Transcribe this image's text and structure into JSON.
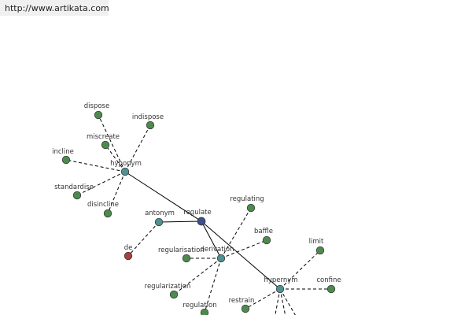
{
  "header": {
    "url_text": "http://www.artikata.com"
  },
  "colors": {
    "leaf": "#4e8a4e",
    "relation": "#4f9090",
    "root": "#3c4f88",
    "highlight": "#a84040",
    "edge": "#000000",
    "header_bg": "#f0f0f0"
  },
  "graph": {
    "nodes": [
      {
        "id": "regulate",
        "label": "regulate",
        "kind": "root"
      },
      {
        "id": "hyponym",
        "label": "hyponym",
        "kind": "relation"
      },
      {
        "id": "antonym",
        "label": "antonym",
        "kind": "relation"
      },
      {
        "id": "derivation",
        "label": "derivation",
        "kind": "relation"
      },
      {
        "id": "hypernym",
        "label": "hypernym",
        "kind": "relation"
      },
      {
        "id": "dispose",
        "label": "dispose",
        "kind": "leaf"
      },
      {
        "id": "indispose",
        "label": "indispose",
        "kind": "leaf"
      },
      {
        "id": "miscreate",
        "label": "miscreate",
        "kind": "leaf"
      },
      {
        "id": "incline",
        "label": "incline",
        "kind": "leaf"
      },
      {
        "id": "standardise",
        "label": "standardise",
        "kind": "leaf"
      },
      {
        "id": "disincline",
        "label": "disincline",
        "kind": "leaf"
      },
      {
        "id": "de",
        "label": "de",
        "kind": "highlight"
      },
      {
        "id": "regulating",
        "label": "regulating",
        "kind": "leaf"
      },
      {
        "id": "baffle",
        "label": "baffle",
        "kind": "leaf"
      },
      {
        "id": "regularisation",
        "label": "regularisation",
        "kind": "leaf"
      },
      {
        "id": "regularization",
        "label": "regularization",
        "kind": "leaf"
      },
      {
        "id": "regulation",
        "label": "regulation",
        "kind": "leaf"
      },
      {
        "id": "limit",
        "label": "limit",
        "kind": "leaf"
      },
      {
        "id": "confine",
        "label": "confine",
        "kind": "leaf"
      },
      {
        "id": "restrain",
        "label": "restrain",
        "kind": "leaf"
      }
    ],
    "edges": [
      {
        "from": "regulate",
        "to": "hyponym",
        "style": "solid"
      },
      {
        "from": "regulate",
        "to": "antonym",
        "style": "solid"
      },
      {
        "from": "regulate",
        "to": "derivation",
        "style": "solid"
      },
      {
        "from": "regulate",
        "to": "hypernym",
        "style": "solid"
      },
      {
        "from": "hyponym",
        "to": "dispose",
        "style": "dashed"
      },
      {
        "from": "hyponym",
        "to": "indispose",
        "style": "dashed"
      },
      {
        "from": "hyponym",
        "to": "miscreate",
        "style": "dashed"
      },
      {
        "from": "hyponym",
        "to": "incline",
        "style": "dashed"
      },
      {
        "from": "hyponym",
        "to": "standardise",
        "style": "dashed"
      },
      {
        "from": "hyponym",
        "to": "disincline",
        "style": "dashed"
      },
      {
        "from": "antonym",
        "to": "de",
        "style": "dashed"
      },
      {
        "from": "derivation",
        "to": "regulating",
        "style": "dashed"
      },
      {
        "from": "derivation",
        "to": "baffle",
        "style": "dashed"
      },
      {
        "from": "derivation",
        "to": "regularisation",
        "style": "dashed"
      },
      {
        "from": "derivation",
        "to": "regularization",
        "style": "dashed"
      },
      {
        "from": "derivation",
        "to": "regulation",
        "style": "dashed"
      },
      {
        "from": "hypernym",
        "to": "limit",
        "style": "dashed"
      },
      {
        "from": "hypernym",
        "to": "confine",
        "style": "dashed"
      },
      {
        "from": "hypernym",
        "to": "restrain",
        "style": "dashed"
      },
      {
        "from": "hypernym",
        "to": "offscreen-a",
        "style": "dashed"
      },
      {
        "from": "hypernym",
        "to": "offscreen-b",
        "style": "dashed"
      },
      {
        "from": "hypernym",
        "to": "offscreen-c",
        "style": "dashed"
      }
    ]
  }
}
